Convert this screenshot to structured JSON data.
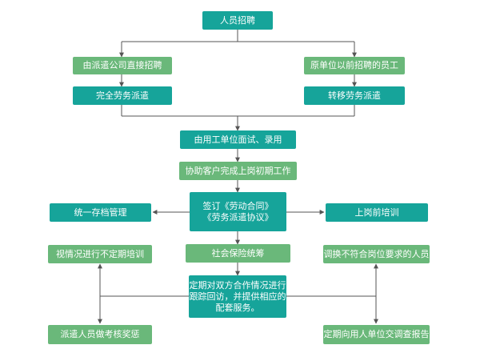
{
  "flow": {
    "recruit": "人员招聘",
    "direct_hire": "由派遣公司直接招聘",
    "former_staff": "原单位以前招聘的员工",
    "full_dispatch": "完全劳务派遣",
    "transfer_dispatch": "转移劳务派遣",
    "interview": "由用工单位面试、录用",
    "onboarding": "协助客户完成上岗初期工作",
    "contract_line1": "签订《劳动合同》",
    "contract_line2": "《劳务派遣协议》",
    "archive": "统一存档管理",
    "pre_job_training": "上岗前培训",
    "irregular_training": "视情况进行不定期培训",
    "social_insurance": "社会保险统筹",
    "replace_staff": "调换不符合岗位要求的人员",
    "followup_line1": "定期对双方合作情况进行",
    "followup_line2": "跟踪回访，并提供相应的",
    "followup_line3": "配套服务。",
    "assessment": "派遣人员做考核奖惩",
    "report": "定期向用人单位交调查报告"
  },
  "colors": {
    "primary_box": "#16a49a",
    "secondary_box": "#6ab87a",
    "connector": "#555555"
  }
}
